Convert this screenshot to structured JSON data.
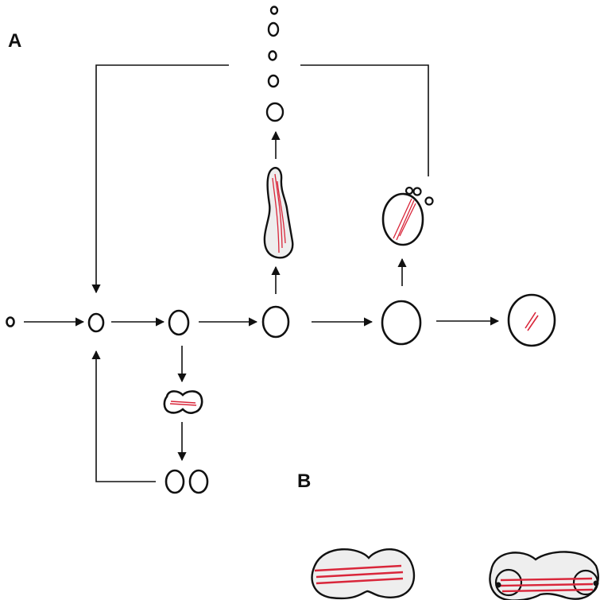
{
  "panels": [
    {
      "id": "A",
      "label": "A"
    },
    {
      "id": "B",
      "label": "B"
    }
  ],
  "colors": {
    "outline": "#111111",
    "filament": "#d9263a",
    "cell_fill": "#ffffff",
    "cytoplasm_fill": "#eeeeee"
  }
}
